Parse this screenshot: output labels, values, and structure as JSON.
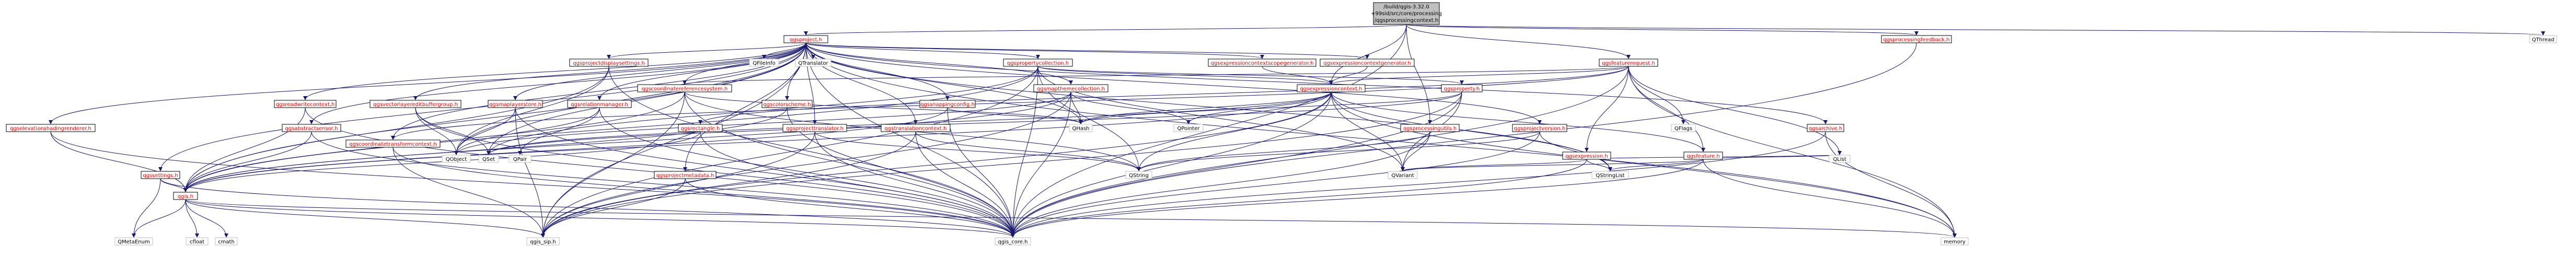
{
  "diagram": {
    "colors": {
      "edge": "#191970",
      "root_fill": "#bfbfbf",
      "internal_text": "#000000",
      "documented_text": "#ff0000",
      "node_border": "#000000",
      "node_fill": "#ffffff",
      "external_border": "#bfbfbf"
    },
    "nodes": [
      {
        "id": "root",
        "label": "/build/qgis-3.32.0+99sid/src/core/processing/qgsprocessingcontext.h",
        "lines": [
          "/build/qgis-3.32.0",
          "+99sid/src/core/processing",
          "/qgsprocessingcontext.h"
        ],
        "kind": "root"
      },
      {
        "id": "qgsproject",
        "label": "qgsproject.h",
        "kind": "linked"
      },
      {
        "id": "qgsprocessingfeedback",
        "label": "qgsprocessingfeedback.h",
        "kind": "linked"
      },
      {
        "id": "qthread",
        "label": "QThread",
        "kind": "external"
      },
      {
        "id": "qgsfeaturerequest",
        "label": "qgsfeaturerequest.h",
        "kind": "linked"
      },
      {
        "id": "qgsexpressioncontextscopegenerator",
        "label": "qgsexpressioncontextscopegenerator.h",
        "kind": "linked"
      },
      {
        "id": "qgsexpressioncontextgenerator",
        "label": "qgsexpressioncontextgenerator.h",
        "kind": "linked"
      },
      {
        "id": "qgsprojectdisplaysettings",
        "label": "qgsprojectdisplaysettings.h",
        "kind": "linked"
      },
      {
        "id": "qgspropertycollection",
        "label": "qgspropertycollection.h",
        "kind": "linked"
      },
      {
        "id": "qfileinfo",
        "label": "QFileInfo",
        "kind": "external"
      },
      {
        "id": "qtranslator",
        "label": "QTranslator",
        "kind": "external"
      },
      {
        "id": "qgsexpressioncontext",
        "label": "qgsexpressioncontext.h",
        "kind": "linked"
      },
      {
        "id": "qgsmapthemecollection",
        "label": "qgsmapthemecollection.h",
        "kind": "linked"
      },
      {
        "id": "qgsproperty",
        "label": "qgsproperty.h",
        "kind": "linked"
      },
      {
        "id": "qgsrelationmanager",
        "label": "qgsrelationmanager.h",
        "kind": "linked"
      },
      {
        "id": "qgscoordinatereferencesystem",
        "label": "qgscoordinatereferencesystem.h",
        "kind": "linked"
      },
      {
        "id": "qgscolorscheme",
        "label": "qgscolorscheme.h",
        "kind": "linked"
      },
      {
        "id": "qgssnappingconfig",
        "label": "qgssnappingconfig.h",
        "kind": "linked"
      },
      {
        "id": "qgsreadwritecontext",
        "label": "qgsreadwritecontext.h",
        "kind": "linked"
      },
      {
        "id": "qgsvectorlayereditbuffergroup",
        "label": "qgsvectorlayereditbuffergroup.h",
        "kind": "linked"
      },
      {
        "id": "qgsmaplayerstore",
        "label": "qgsmaplayerstore.h",
        "kind": "linked"
      },
      {
        "id": "qgsprojectversion",
        "label": "qgsprojectversion.h",
        "kind": "linked"
      },
      {
        "id": "qgsarchive",
        "label": "qgsarchive.h",
        "kind": "linked"
      },
      {
        "id": "qgselevationshadingrenderer",
        "label": "qgselevationshadingrenderer.h",
        "kind": "linked"
      },
      {
        "id": "qgsabstractsensor",
        "label": "qgsabstractsensor.h",
        "kind": "linked"
      },
      {
        "id": "qgscoordinatetransformcontext",
        "label": "qgscoordinatetransformcontext.h",
        "kind": "linked"
      },
      {
        "id": "qgsrectangle",
        "label": "qgsrectangle.h",
        "kind": "linked"
      },
      {
        "id": "qgsprojecttranslator",
        "label": "qgsprojecttranslator.h",
        "kind": "linked"
      },
      {
        "id": "qgstranslationcontext",
        "label": "qgstranslationcontext.h",
        "kind": "linked"
      },
      {
        "id": "qgsprocessingutils",
        "label": "qgsprocessingutils.h",
        "kind": "linked"
      },
      {
        "id": "qgsexpression",
        "label": "qgsexpression.h",
        "kind": "linked"
      },
      {
        "id": "qgsfeature",
        "label": "qgsfeature.h",
        "kind": "linked"
      },
      {
        "id": "qgsprojectmetadata",
        "label": "qgsprojectmetadata.h",
        "kind": "linked"
      },
      {
        "id": "qgssettings",
        "label": "qgssettings.h",
        "kind": "linked"
      },
      {
        "id": "qflags",
        "label": "QFlags",
        "kind": "external"
      },
      {
        "id": "qobject",
        "label": "QObject",
        "kind": "external"
      },
      {
        "id": "qset",
        "label": "QSet",
        "kind": "external"
      },
      {
        "id": "qhash",
        "label": "QHash",
        "kind": "external"
      },
      {
        "id": "qpointer",
        "label": "QPointer",
        "kind": "external"
      },
      {
        "id": "qstring",
        "label": "QString",
        "kind": "external"
      },
      {
        "id": "qvariant",
        "label": "QVariant",
        "kind": "external"
      },
      {
        "id": "qstringlist",
        "label": "QStringList",
        "kind": "external"
      },
      {
        "id": "qlist",
        "label": "QList",
        "kind": "external"
      },
      {
        "id": "qgis",
        "label": "qgis.h",
        "kind": "linked"
      },
      {
        "id": "qgis_sip",
        "label": "qgis_sip.h",
        "kind": "external"
      },
      {
        "id": "qgis_core",
        "label": "qgis_core.h",
        "kind": "external"
      },
      {
        "id": "memory",
        "label": "memory",
        "kind": "external"
      },
      {
        "id": "qmetaenum",
        "label": "QMetaEnum",
        "kind": "external"
      },
      {
        "id": "cfloat",
        "label": "cfloat",
        "kind": "external"
      },
      {
        "id": "cmath",
        "label": "cmath",
        "kind": "external"
      }
    ],
    "edges": [
      [
        "root",
        "qgsproject"
      ],
      [
        "root",
        "qgsprocessingfeedback"
      ],
      [
        "root",
        "qthread"
      ],
      [
        "root",
        "qgsfeaturerequest"
      ],
      [
        "root",
        "qgsexpressioncontext"
      ],
      [
        "root",
        "qgsprocessingutils"
      ],
      [
        "root",
        "qgis_core"
      ],
      [
        "qgsproject",
        "qgsexpressioncontextscopegenerator"
      ],
      [
        "qgsproject",
        "qgsexpressioncontextgenerator"
      ],
      [
        "qgsproject",
        "qgsprojectdisplaysettings"
      ],
      [
        "qgsproject",
        "qgspropertycollection"
      ],
      [
        "qgsproject",
        "qfileinfo"
      ],
      [
        "qgsproject",
        "qtranslator"
      ],
      [
        "qgsproject",
        "qgsmapthemecollection"
      ],
      [
        "qgsproject",
        "qgsrelationmanager"
      ],
      [
        "qgsproject",
        "qgscoordinatereferencesystem"
      ],
      [
        "qgsproject",
        "qgscolorscheme"
      ],
      [
        "qgsproject",
        "qgssnappingconfig"
      ],
      [
        "qgsproject",
        "qgsreadwritecontext"
      ],
      [
        "qgsproject",
        "qgsvectorlayereditbuffergroup"
      ],
      [
        "qgsproject",
        "qgsmaplayerstore"
      ],
      [
        "qgsproject",
        "qgsprojectversion"
      ],
      [
        "qgsproject",
        "qgsarchive"
      ],
      [
        "qgsproject",
        "qgselevationshadingrenderer"
      ],
      [
        "qgsproject",
        "qgsabstractsensor"
      ],
      [
        "qgsproject",
        "qgscoordinatetransformcontext"
      ],
      [
        "qgsproject",
        "qgsprojecttranslator"
      ],
      [
        "qgsproject",
        "qgstranslationcontext"
      ],
      [
        "qgsproject",
        "qgsprojectmetadata"
      ],
      [
        "qgsproject",
        "qgssettings"
      ],
      [
        "qgsproject",
        "qgis"
      ],
      [
        "qgsproject",
        "qobject"
      ],
      [
        "qgsproject",
        "qset"
      ],
      [
        "qgsproject",
        "qhash"
      ],
      [
        "qgsproject",
        "qstringlist"
      ],
      [
        "qgsproject",
        "memory"
      ],
      [
        "qgsproject",
        "qgis_core"
      ],
      [
        "qgsproject",
        "qgis_sip"
      ],
      [
        "qgsprocessingfeedback",
        "qgis_core"
      ],
      [
        "qgsfeaturerequest",
        "qflags"
      ],
      [
        "qgsfeaturerequest",
        "qgsexpression"
      ],
      [
        "qgsfeaturerequest",
        "qgsfeature"
      ],
      [
        "qgsfeaturerequest",
        "qgsrectangle"
      ],
      [
        "qgsfeaturerequest",
        "qgsexpressioncontext"
      ],
      [
        "qgsfeaturerequest",
        "qgscoordinatereferencesystem"
      ],
      [
        "qgsfeaturerequest",
        "qgscoordinatetransformcontext"
      ],
      [
        "qgsfeaturerequest",
        "qgis_core"
      ],
      [
        "qgsfeaturerequest",
        "qlist"
      ],
      [
        "qgsfeaturerequest",
        "memory"
      ],
      [
        "qgsexpressioncontextscopegenerator",
        "qgsexpressioncontext"
      ],
      [
        "qgsexpressioncontextgenerator",
        "qgsexpressioncontext"
      ],
      [
        "qgsprojectdisplaysettings",
        "qgis_core"
      ],
      [
        "qgsprojectdisplaysettings",
        "qobject"
      ],
      [
        "qgsprojectdisplaysettings",
        "qgis"
      ],
      [
        "qgspropertycollection",
        "qgis_core"
      ],
      [
        "qgspropertycollection",
        "qgis_sip"
      ],
      [
        "qgspropertycollection",
        "qgsexpressioncontext"
      ],
      [
        "qgspropertycollection",
        "qgsproperty"
      ],
      [
        "qgspropertycollection",
        "qstring"
      ],
      [
        "qgspropertycollection",
        "qvariant"
      ],
      [
        "qgspropertycollection",
        "qset"
      ],
      [
        "qgsexpressioncontext",
        "qstring"
      ],
      [
        "qgsexpressioncontext",
        "qstringlist"
      ],
      [
        "qgsexpressioncontext",
        "qhash"
      ],
      [
        "qgsexpressioncontext",
        "qset"
      ],
      [
        "qgsexpressioncontext",
        "qpointer"
      ],
      [
        "qgsexpressioncontext",
        "qvariant"
      ],
      [
        "qgsexpressioncontext",
        "memory"
      ],
      [
        "qgsexpressioncontext",
        "qgis_core"
      ],
      [
        "qgsexpressioncontext",
        "qgis_sip"
      ],
      [
        "qgsexpressioncontext",
        "qgsfeature"
      ],
      [
        "qgsmapthemecollection",
        "qgis_core"
      ],
      [
        "qgsmapthemecollection",
        "qgis_sip"
      ],
      [
        "qgsmapthemecollection",
        "qobject"
      ],
      [
        "qgsmapthemecollection",
        "qpointer"
      ],
      [
        "qgsmapthemecollection",
        "qhash"
      ],
      [
        "qgsproperty",
        "qgis_core"
      ],
      [
        "qgsproperty",
        "qgis_sip"
      ],
      [
        "qgsproperty",
        "qhash"
      ],
      [
        "qgsproperty",
        "qvariant"
      ],
      [
        "qgsproperty",
        "qset"
      ],
      [
        "qgsrelationmanager",
        "qgis_core"
      ],
      [
        "qgsrelationmanager",
        "qobject"
      ],
      [
        "qgsrelationmanager",
        "qpair"
      ],
      [
        "qgscoordinatereferencesystem",
        "qgis_core"
      ],
      [
        "qgscoordinatereferencesystem",
        "qgis_sip"
      ],
      [
        "qgscoordinatereferencesystem",
        "qstring"
      ],
      [
        "qgscoordinatereferencesystem",
        "qgis"
      ],
      [
        "qgscoordinatereferencesystem",
        "qhash"
      ],
      [
        "qgscolorscheme",
        "qgis_core"
      ],
      [
        "qgscolorscheme",
        "qgis"
      ],
      [
        "qgssnappingconfig",
        "qgis_core"
      ],
      [
        "qgssnappingconfig",
        "qgis"
      ],
      [
        "qgssnappingconfig",
        "qhash"
      ],
      [
        "qgsreadwritecontext",
        "qgis"
      ],
      [
        "qgsreadwritecontext",
        "qgis_core"
      ],
      [
        "qgsvectorlayereditbuffergroup",
        "qgis_core"
      ],
      [
        "qgsvectorlayereditbuffergroup",
        "qobject"
      ],
      [
        "qgsvectorlayereditbuffergroup",
        "qset"
      ],
      [
        "qgsmaplayerstore",
        "qgis_core"
      ],
      [
        "qgsmaplayerstore",
        "qobject"
      ],
      [
        "qgsmaplayerstore",
        "qgis_sip"
      ],
      [
        "qgsprojectversion",
        "qgis_core"
      ],
      [
        "qgsprojectversion",
        "qstring"
      ],
      [
        "qgsprojectversion",
        "qstringlist"
      ],
      [
        "qgsarchive",
        "qgis_core"
      ],
      [
        "qgsarchive",
        "memory"
      ],
      [
        "qgselevationshadingrenderer",
        "qgis_core"
      ],
      [
        "qgselevationshadingrenderer",
        "qgis"
      ],
      [
        "qgsabstractsensor",
        "qgis_core"
      ],
      [
        "qgsabstractsensor",
        "qgis"
      ],
      [
        "qgscoordinatetransformcontext",
        "qgis_core"
      ],
      [
        "qgscoordinatetransformcontext",
        "qgis_sip"
      ],
      [
        "qgsrectangle",
        "qgis_core"
      ],
      [
        "qgsrectangle",
        "qgis"
      ],
      [
        "qgsprojecttranslator",
        "qgis_core"
      ],
      [
        "qgsprojecttranslator",
        "qgis_sip"
      ],
      [
        "qgsprojecttranslator",
        "qstring"
      ],
      [
        "qgstranslationcontext",
        "qgis_core"
      ],
      [
        "qgstranslationcontext",
        "qstring"
      ],
      [
        "qgstranslationcontext",
        "qgis_sip"
      ],
      [
        "qgsprocessingutils",
        "qgis_core"
      ],
      [
        "qgsprocessingutils",
        "qstring"
      ],
      [
        "qgsprocessingutils",
        "qvariant"
      ],
      [
        "qgsexpression",
        "qgis_core"
      ],
      [
        "qgsexpression",
        "qstringlist"
      ],
      [
        "qgsexpression",
        "qvariant"
      ],
      [
        "qgsexpression",
        "qlist"
      ],
      [
        "qgsfeature",
        "qgis_core"
      ],
      [
        "qgsfeature",
        "qvariant"
      ],
      [
        "qgsfeature",
        "qlist"
      ],
      [
        "qgsfeature",
        "qstringlist"
      ],
      [
        "qgsfeature",
        "memory"
      ],
      [
        "qgsprojectmetadata",
        "qgis_core"
      ],
      [
        "qgsprojectmetadata",
        "qgis_sip"
      ],
      [
        "qgssettings",
        "qgis_core"
      ],
      [
        "qgssettings",
        "qmetaenum"
      ],
      [
        "qgssettings",
        "qgis"
      ],
      [
        "qgis",
        "qmetaenum"
      ],
      [
        "qgis",
        "cfloat"
      ],
      [
        "qgis",
        "cmath"
      ],
      [
        "qgis",
        "qgis_sip"
      ],
      [
        "qgis",
        "qgis_core"
      ],
      [
        "qgis",
        "memory"
      ],
      [
        "qgspropertycollection",
        "qgis"
      ],
      [
        "qgsmapthemecollection",
        "qgis"
      ],
      [
        "qgsexpressioncontext",
        "qgis"
      ]
    ],
    "extra_nodes": [
      {
        "id": "qpair",
        "label": "QPair",
        "kind": "external"
      }
    ]
  }
}
